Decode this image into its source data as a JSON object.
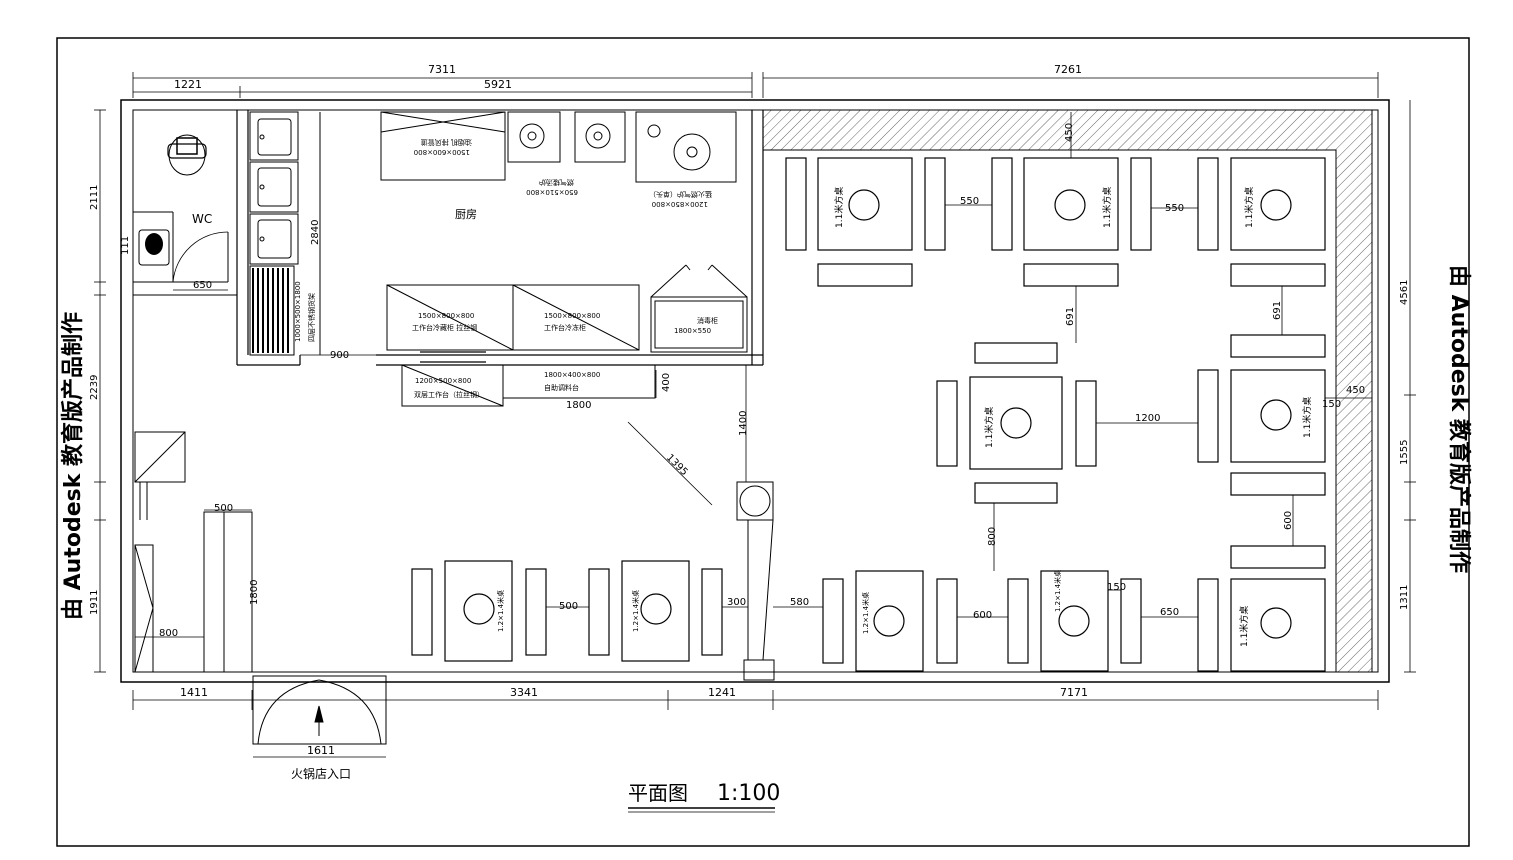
{
  "title": {
    "text": "平面图",
    "scale": "1:100"
  },
  "watermark": {
    "left": "由 Autodesk 教育版产品制作",
    "right": "由 Autodesk 教育版产品制作"
  },
  "rooms": {
    "kitchen": "厨房",
    "wc": "WC",
    "entrance": "火锅店入口"
  },
  "dims_top": {
    "total_left": "7311",
    "seg1": "1221",
    "seg2": "5921",
    "total_right": "7261"
  },
  "dims_bottom": {
    "seg1": "1411",
    "seg2": "3341",
    "seg3": "1241",
    "seg4": "7171",
    "door": "1611"
  },
  "dims_left": {
    "a": "2111",
    "b": "2239",
    "c": "1911",
    "d": "111"
  },
  "dims_right": {
    "a": "4561",
    "b": "1555",
    "c": "1311"
  },
  "dims_inner": {
    "d2840": "2840",
    "d900": "900",
    "d400": "400",
    "d1800": "1800",
    "d1400": "1400",
    "d1395": "1395",
    "d500a": "500",
    "d1800b": "1800",
    "d800a": "800",
    "d650a": "650",
    "d550a": "550",
    "d550b": "550",
    "d450": "450",
    "d691a": "691",
    "d691b": "691",
    "d1200": "1200",
    "d150a": "150",
    "d450b": "450",
    "d600a": "600",
    "d800b": "800",
    "d500b": "500",
    "d300": "300",
    "d580": "580",
    "d600b": "600",
    "d150b": "150",
    "d650b": "650"
  },
  "fixtures": {
    "work_table_1": "1500×800×800",
    "work_table_1_name": "工作台冷藏柜 拉丝钢",
    "work_table_2": "1500×800×800",
    "work_table_2_name": "工作台冷冻柜",
    "counter_1": "1200×500×800",
    "counter_1_name": "双层工作台（拉丝钢）",
    "counter_2": "1800×400×800",
    "counter_2_name": "自助调料台",
    "shelf": "1000×500×1800",
    "shelf_name": "四层不锈钢货架",
    "hood": "1500×600×800",
    "hood_name": "油烟机 排风管道",
    "stove": "1200×850×800",
    "stove_name": "猛火燃气炉（单头）",
    "burner_size": "650×510×800",
    "burner_name": "燃气矮汤炉",
    "cabinet": "1800×550",
    "cabinet_name": "消毒柜"
  },
  "tables": {
    "t11a": "1.1米方桌",
    "t11b": "1.1米方桌",
    "t11c": "1.1米方桌",
    "t11d": "1.1米方桌",
    "t11e": "1.1米方桌",
    "t11f": "1.1米方桌",
    "t12a": "1.2×1.4米桌",
    "t12b": "1.2×1.4米桌",
    "t12c": "1.2×1.4米桌",
    "t12d": "1.2×1.4米桌"
  }
}
